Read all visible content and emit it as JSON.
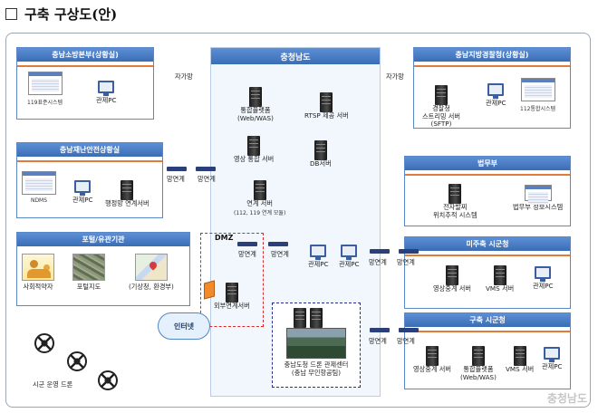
{
  "title": "구축 구상도(안)",
  "center": {
    "title": "충청남도"
  },
  "panels": {
    "fire": "충남소방본부(상황실)",
    "police": "충남지방경찰청(상황실)",
    "disaster": "충남재난안전상황실",
    "justice": "법무부",
    "portal": "포털/유관기관",
    "misan": "미주축 시군청",
    "gunsi": "구축 시군청"
  },
  "labels": {
    "self_net_left": "자가망",
    "self_net_right": "자가망",
    "fire_system": "119표준시스템",
    "fire_pc": "관제PC",
    "police_stream": "경찰청\n스트리밍 서버\n(SFTP)",
    "police_pc": "관제PC",
    "police_112": "112통합시스템",
    "ndms": "NDMS",
    "disaster_pc": "관제PC",
    "disaster_server": "행정망 연계서버",
    "link_1": "망연계",
    "link_2": "망연계",
    "platform": "통합플랫폼\n(Web/WAS)",
    "rtsp": "RTSP 제공 서버",
    "video_server": "영상 통합 서버",
    "db_server": "DB서버",
    "link_server": "연계 서버",
    "link_server_sub": "(112, 119 연계 모듈)",
    "dmz": "DMZ",
    "link_3": "망연계",
    "link_4": "망연계",
    "center_pc_1": "관제PC",
    "center_pc_2": "관제PC",
    "external_server": "외부연계서버",
    "control_center": "충남도청 드론 관제센터\n(충남 무인항공팀)",
    "electronic_tracking": "전자발찌\n위치추적 시스템",
    "justice_info": "법무부 정보시스템",
    "link_5": "망연계",
    "link_6": "망연계",
    "misan_relay": "영상중계 서버",
    "misan_vms": "VMS 서버",
    "misan_pc": "관제PC",
    "link_7": "망연계",
    "link_8": "망연계",
    "gunsi_relay": "영상중계 서버",
    "gunsi_platform": "통합플랫폼\n(Web/WAS)",
    "gunsi_vms": "VMS 서버",
    "gunsi_pc": "관제PC",
    "social_vulnerable": "사회적약자",
    "portal_map": "포털지도",
    "weather": "(기상청, 환경부)",
    "internet": "인터넷",
    "drones": "시군 운영 드론",
    "watermark": "충청남도"
  },
  "colors": {
    "panel_blue": "#3b6db5",
    "orange_bar": "#e07b39",
    "dmz_red": "#d8282b",
    "control_navy": "#2b2f8c"
  }
}
